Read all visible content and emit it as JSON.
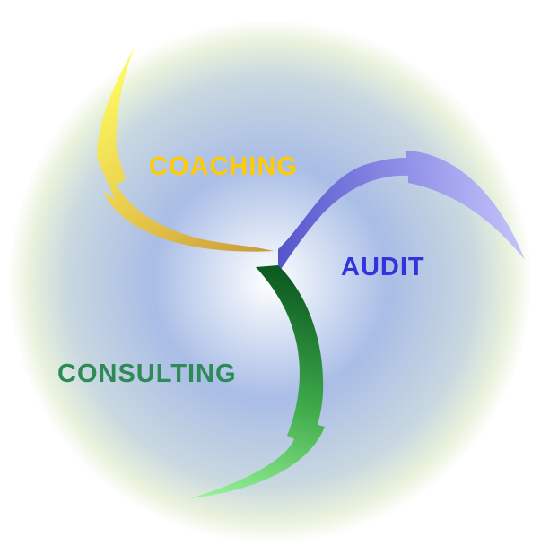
{
  "labels": {
    "coaching": "COACHING",
    "audit": "AUDIT",
    "consulting": "CONSULTING"
  },
  "colors": {
    "background_center": "#ffffff",
    "background_mid": "#a9bde6",
    "background_edge": "#e9f2dc",
    "coaching": "#ffcc00",
    "audit": "#3333dd",
    "consulting": "#2e8b57",
    "arrow_coaching_dark": "#c89a3a",
    "arrow_coaching_light": "#ffff66",
    "arrow_audit_dark": "#5555cc",
    "arrow_audit_light": "#c4c4fb",
    "arrow_consulting_dark": "#0d5c22",
    "arrow_consulting_light": "#99f59b"
  }
}
